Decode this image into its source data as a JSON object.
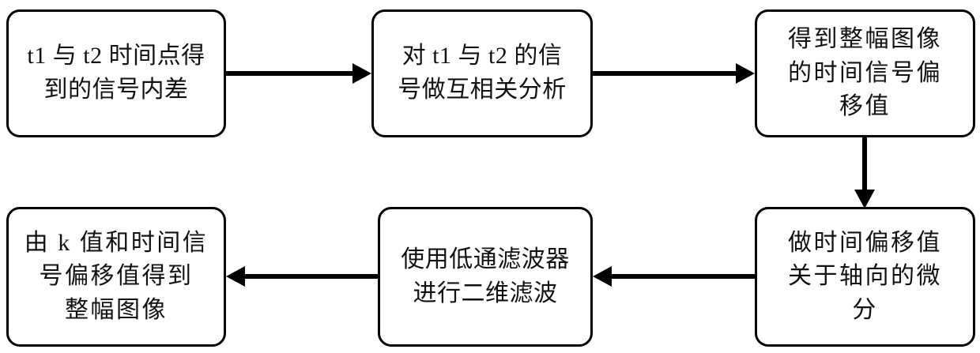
{
  "diagram": {
    "type": "flowchart",
    "title": "",
    "orientation": "serpentine-two-rows",
    "nodes": [
      {
        "id": "n1",
        "label": "t1 与 t2 时间点得\n到的信号内差"
      },
      {
        "id": "n2",
        "label": "对 t1 与 t2 的信\n号做互相关分析"
      },
      {
        "id": "n3",
        "label": "得到整幅图像\n的时间信号偏\n移值"
      },
      {
        "id": "n4",
        "label": "做时间偏移值\n关于轴向的微\n分"
      },
      {
        "id": "n5",
        "label": "使用低通滤波器\n进行二维滤波"
      },
      {
        "id": "n6",
        "label": "由 k 值和时间信\n号偏移值得到\n整幅图像"
      }
    ],
    "edges": [
      {
        "id": "e1",
        "from": "n1",
        "to": "n2",
        "direction": "right",
        "label": ""
      },
      {
        "id": "e2",
        "from": "n2",
        "to": "n3",
        "direction": "right",
        "label": ""
      },
      {
        "id": "e3",
        "from": "n3",
        "to": "n4",
        "direction": "down",
        "label": ""
      },
      {
        "id": "e4",
        "from": "n4",
        "to": "n5",
        "direction": "left",
        "label": ""
      },
      {
        "id": "e5",
        "from": "n5",
        "to": "n6",
        "direction": "left",
        "label": ""
      }
    ],
    "colors": {
      "stroke": "#000000",
      "fill": "#ffffff",
      "text": "#111111",
      "background": "#ffffff"
    }
  }
}
